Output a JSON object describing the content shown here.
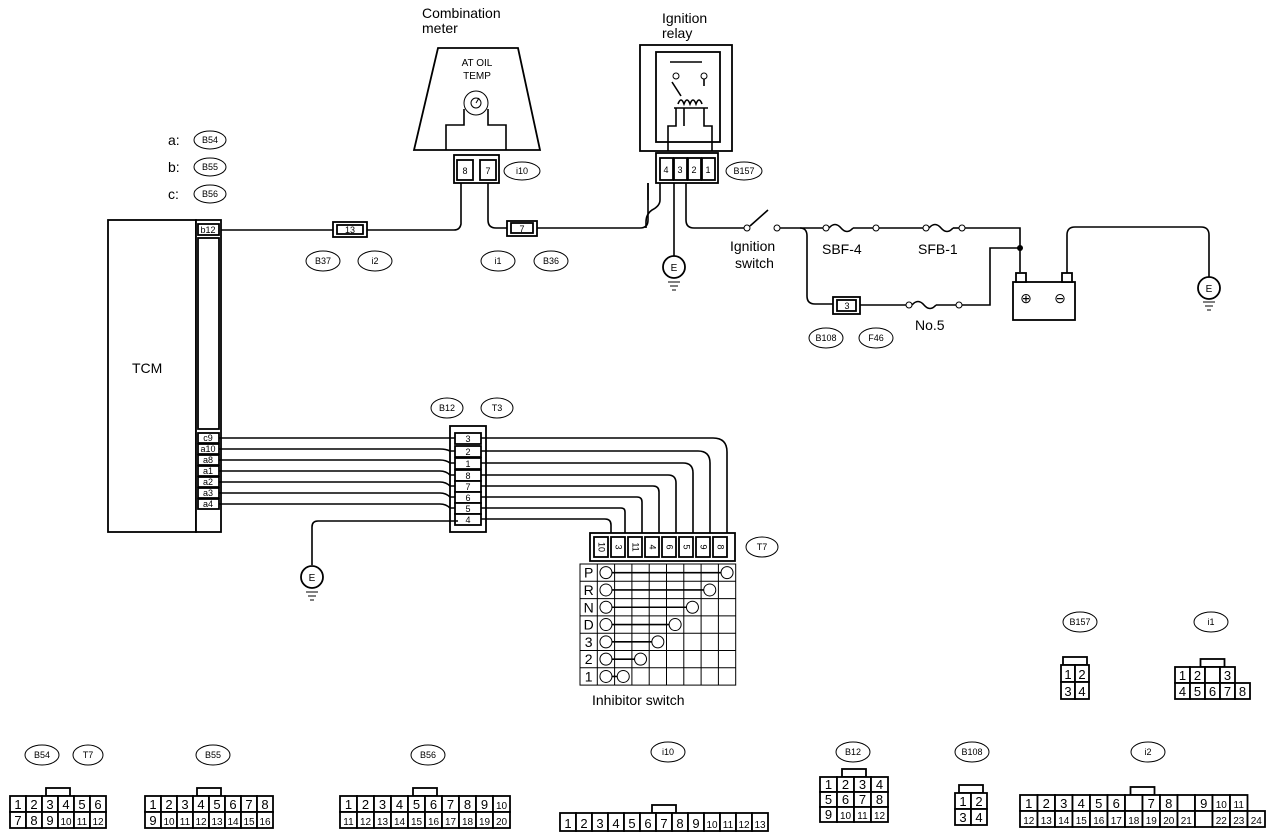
{
  "labels": {
    "combination_meter": "Combination\nmeter",
    "at_oil_temp": "AT OIL\nTEMP",
    "ignition_relay": "Ignition\nrelay",
    "tcm": "TCM",
    "ignition_switch": "Ignition\nswitch",
    "sbf4": "SBF-4",
    "sfb1": "SFB-1",
    "no5": "No.5",
    "inhibitor_switch": "Inhibitor switch",
    "ground": "E"
  },
  "legend": [
    {
      "prefix": "a:",
      "code": "B54"
    },
    {
      "prefix": "b:",
      "code": "B55"
    },
    {
      "prefix": "c:",
      "code": "B56"
    }
  ],
  "tcm_pins_top": [
    "b12"
  ],
  "tcm_pins": [
    "c9",
    "a10",
    "a8",
    "a1",
    "a2",
    "a3",
    "a4"
  ],
  "connector_codes": {
    "i10": "i10",
    "b157": "B157",
    "b37": "B37",
    "i2": "i2",
    "i1": "i1",
    "b36": "B36",
    "b108": "B108",
    "f46": "F46",
    "b12": "B12",
    "t3": "T3",
    "t7": "T7"
  },
  "inline_connectors": {
    "c13": "13",
    "c7": "7",
    "c3": "3"
  },
  "meter_pins": [
    "8",
    "7"
  ],
  "relay_pins": [
    "4",
    "3",
    "2",
    "1"
  ],
  "b12_pins": [
    "3",
    "2",
    "1",
    "8",
    "7",
    "6",
    "5",
    "4"
  ],
  "inhibitor_pins": [
    "10",
    "3",
    "11",
    "4",
    "6",
    "5",
    "9",
    "8"
  ],
  "inhibitor_rows": [
    "P",
    "R",
    "N",
    "D",
    "3",
    "2",
    "1"
  ],
  "inhibitor_positions": [
    7,
    6,
    5,
    4,
    3,
    2,
    1
  ],
  "connector_faces": [
    {
      "code": "B54",
      "code2": "T7",
      "rows": [
        [
          "1",
          "2",
          "3",
          "4",
          "5",
          "6"
        ],
        [
          "7",
          "8",
          "9",
          "10",
          "11",
          "12"
        ]
      ]
    },
    {
      "code": "B55",
      "rows": [
        [
          "1",
          "2",
          "3",
          "4",
          "5",
          "6",
          "7",
          "8"
        ],
        [
          "9",
          "10",
          "11",
          "12",
          "13",
          "14",
          "15",
          "16"
        ]
      ]
    },
    {
      "code": "B56",
      "rows": [
        [
          "1",
          "2",
          "3",
          "4",
          "5",
          "6",
          "7",
          "8",
          "9",
          "10"
        ],
        [
          "11",
          "12",
          "13",
          "14",
          "15",
          "16",
          "17",
          "18",
          "19",
          "20"
        ]
      ]
    },
    {
      "code": "i10",
      "rows": [
        [
          "1",
          "2",
          "3",
          "4",
          "5",
          "6",
          "7",
          "8",
          "9",
          "10",
          "11",
          "12",
          "13"
        ]
      ]
    },
    {
      "code": "B12",
      "rows": [
        [
          "1",
          "2",
          "3",
          "4"
        ],
        [
          "5",
          "6",
          "7",
          "8"
        ],
        [
          "9",
          "10",
          "11",
          "12"
        ]
      ]
    },
    {
      "code": "B108",
      "rows": [
        [
          "1",
          "2"
        ],
        [
          "3",
          "4"
        ]
      ]
    },
    {
      "code": "i2",
      "rows": [
        [
          "1",
          "2",
          "3",
          "4",
          "5",
          "6",
          "",
          "7",
          "8",
          "",
          "9",
          "10",
          "11"
        ],
        [
          "12",
          "13",
          "14",
          "15",
          "16",
          "17",
          "18",
          "19",
          "20",
          "21",
          "",
          "22",
          "23",
          "24"
        ]
      ]
    },
    {
      "code": "B157",
      "rows": [
        [
          "1",
          "2"
        ],
        [
          "3",
          "4"
        ]
      ]
    },
    {
      "code": "i1",
      "rows": [
        [
          "1",
          "2",
          "",
          "3"
        ],
        [
          "4",
          "5",
          "6",
          "7",
          "8"
        ]
      ]
    }
  ]
}
